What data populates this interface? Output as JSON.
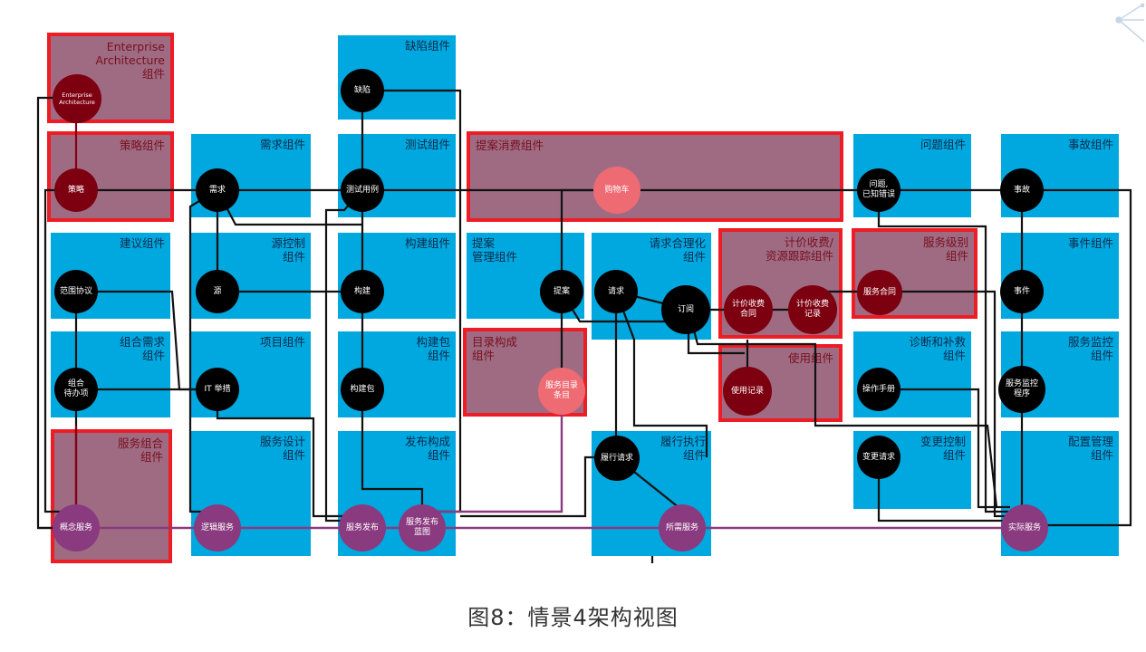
{
  "caption": "图8：情景4架构视图",
  "boxes": {
    "ea": "Enterprise\nArchitecture\n组件",
    "strategy": "策略组件",
    "suggest": "建议组件",
    "portfolio_demand": "组合需求\n组件",
    "service_portfolio": "服务组合\n组件",
    "requirement": "需求组件",
    "source_control": "源控制\n组件",
    "project": "项目组件",
    "service_design": "服务设计\n组件",
    "defect": "缺陷组件",
    "test": "测试组件",
    "build": "构建组件",
    "build_package": "构建包\n组件",
    "release": "发布构成\n组件",
    "offer_consume": "提案消费组件",
    "offer_manage": "提案\n管理组件",
    "catalog": "目录构成\n组件",
    "request_rationalize": "请求合理化\n组件",
    "fulfillment": "履行执行\n组件",
    "pricing": "计价收费/\n资源跟踪组件",
    "usage": "使用组件",
    "problem": "问题组件",
    "service_level": "服务级别\n组件",
    "diagnose": "诊断和补救\n组件",
    "change": "变更控制\n组件",
    "incident": "事故组件",
    "event": "事件组件",
    "service_monitor": "服务监控\n组件",
    "config": "配置管理\n组件"
  },
  "nodes": {
    "ea": "Enterprise\nArchitecture",
    "strategy": "策略",
    "scope": "范围协议",
    "portfolio_backlog": "组合\n待办项",
    "concept_service": "概念服务",
    "requirement": "需求",
    "source": "源",
    "it_init": "IT 举措",
    "logical_service": "逻辑服务",
    "defect": "缺陷",
    "test_case": "测试用例",
    "build": "构建",
    "build_package": "构建包",
    "service_release": "服务发布",
    "release_blueprint": "服务发布\n蓝图",
    "cart": "购物车",
    "proposal": "提案",
    "catalog_item": "服务目录\n条目",
    "request": "请求",
    "subscribe": "订阅",
    "fulfill_request": "履行请求",
    "desired_service": "所需服务",
    "pricing_contract": "计价收费\n合同",
    "pricing_record": "计价收费\n记录",
    "usage_record": "使用记录",
    "problem": "问题,\n已知错误",
    "service_contract": "服务合同",
    "runbook": "操作手册",
    "change_request": "变更请求",
    "incident": "事故",
    "event": "事件",
    "monitor": "服务监控\n程序",
    "actual_service": "实际服务"
  },
  "colors": {
    "component_blue": "#00a8e0",
    "highlight_red": "#ee1c25",
    "scenario_mauve": "#9e6b83",
    "node_black": "#000000",
    "node_dark_red": "#7d0010",
    "node_pink": "#ee6b73",
    "node_purple": "#8a3a7e",
    "link_purple": "#8a3a7e"
  }
}
